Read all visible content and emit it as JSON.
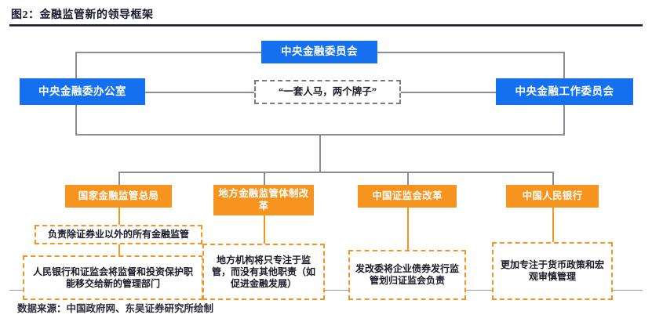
{
  "figure": {
    "title": "图2：金融监管新的领导框架",
    "source": "数据来源：中国政府网、东吴证券研究所绘制"
  },
  "colors": {
    "blue": "#1570f0",
    "orange": "#f79420",
    "gray_line": "#8c8c96",
    "dashed_gray": "#7b7b88",
    "text_dark": "#1b1b28"
  },
  "chart_data": {
    "type": "diagram",
    "title": "图2：金融监管新的领导框架",
    "nodes": [
      {
        "id": "central-financial-commission",
        "label": "中央金融委员会",
        "style": "blue",
        "tier": 1
      },
      {
        "id": "central-financial-commission-office",
        "label": "中央金融委办公室",
        "style": "blue",
        "tier": 2
      },
      {
        "id": "one-team-two-signs",
        "label": "“一套人马，两个牌子”",
        "style": "dashed-gray",
        "tier": 2
      },
      {
        "id": "central-financial-work-commission",
        "label": "中央金融工作委员会",
        "style": "blue",
        "tier": 2
      },
      {
        "id": "nafr",
        "label": "国家金融监管总局",
        "style": "orange",
        "tier": 3
      },
      {
        "id": "local-financial-reform",
        "label": "地方金融监管体制改革",
        "style": "orange",
        "tier": 3
      },
      {
        "id": "csrc-reform",
        "label": "中国证监会改革",
        "style": "orange",
        "tier": 3
      },
      {
        "id": "pboc",
        "label": "中国人民银行",
        "style": "orange",
        "tier": 3
      },
      {
        "id": "nafr-note-1",
        "label": "负责除证券业以外的所有金融监管",
        "style": "dashed-orange",
        "tier": 4,
        "parent": "nafr"
      },
      {
        "id": "nafr-note-2",
        "label": "人民银行和证监会将监督和投资保护职能移交给新的管理部门",
        "style": "dashed-orange",
        "tier": 5,
        "parent": "nafr"
      },
      {
        "id": "local-note",
        "label": "地方机构将只专注于监管，而没有其他职责（如促进金融发展）",
        "style": "dashed-orange",
        "tier": 5,
        "parent": "local-financial-reform"
      },
      {
        "id": "csrc-note",
        "label": "发改委将企业债券发行监管划归证监会负责",
        "style": "dashed-orange",
        "tier": 5,
        "parent": "csrc-reform"
      },
      {
        "id": "pboc-note",
        "label": "更加专注于货币政策和宏观审慎管理",
        "style": "dashed-orange",
        "tier": 5,
        "parent": "pboc"
      }
    ],
    "edges": [
      {
        "from": "central-financial-commission",
        "to": "central-financial-commission-office",
        "style": "gray-bracket"
      },
      {
        "from": "central-financial-commission",
        "to": "central-financial-work-commission",
        "style": "gray-bracket"
      },
      {
        "from": "central-financial-commission-office",
        "to": "one-team-two-signs",
        "style": "gray"
      },
      {
        "from": "one-team-two-signs",
        "to": "central-financial-work-commission",
        "style": "gray"
      },
      {
        "from": "central-financial-commission",
        "to": "nafr",
        "style": "gray-tree"
      },
      {
        "from": "central-financial-commission",
        "to": "local-financial-reform",
        "style": "gray-tree"
      },
      {
        "from": "central-financial-commission",
        "to": "csrc-reform",
        "style": "gray-tree"
      },
      {
        "from": "central-financial-commission",
        "to": "pboc",
        "style": "gray-tree"
      },
      {
        "from": "nafr",
        "to": "nafr-note-1",
        "style": "orange"
      },
      {
        "from": "nafr-note-1",
        "to": "nafr-note-2",
        "style": "orange"
      },
      {
        "from": "local-financial-reform",
        "to": "local-note",
        "style": "orange"
      },
      {
        "from": "csrc-reform",
        "to": "csrc-note",
        "style": "orange"
      },
      {
        "from": "pboc",
        "to": "pboc-note",
        "style": "orange"
      }
    ]
  },
  "tier1": {
    "commission": "中央金融委员会"
  },
  "tier2": {
    "office": "中央金融委办公室",
    "slogan": "“一套人马，两个牌子”",
    "work_commission": "中央金融工作委员会"
  },
  "tier3": {
    "nafr": "国家金融监管总局",
    "local": "地方金融监管体制改革",
    "csrc": "中国证监会改革",
    "pboc": "中国人民银行"
  },
  "notes": {
    "nafr_1": "负责除证券业以外的所有金融监管",
    "nafr_2": "人民银行和证监会将监督和投资保护职能移交给新的管理部门",
    "local": "地方机构将只专注于监管，而没有其他职责（如促进金融发展）",
    "csrc": "发改委将企业债券发行监管划归证监会负责",
    "pboc": "更加专注于货币政策和宏观审慎管理"
  }
}
